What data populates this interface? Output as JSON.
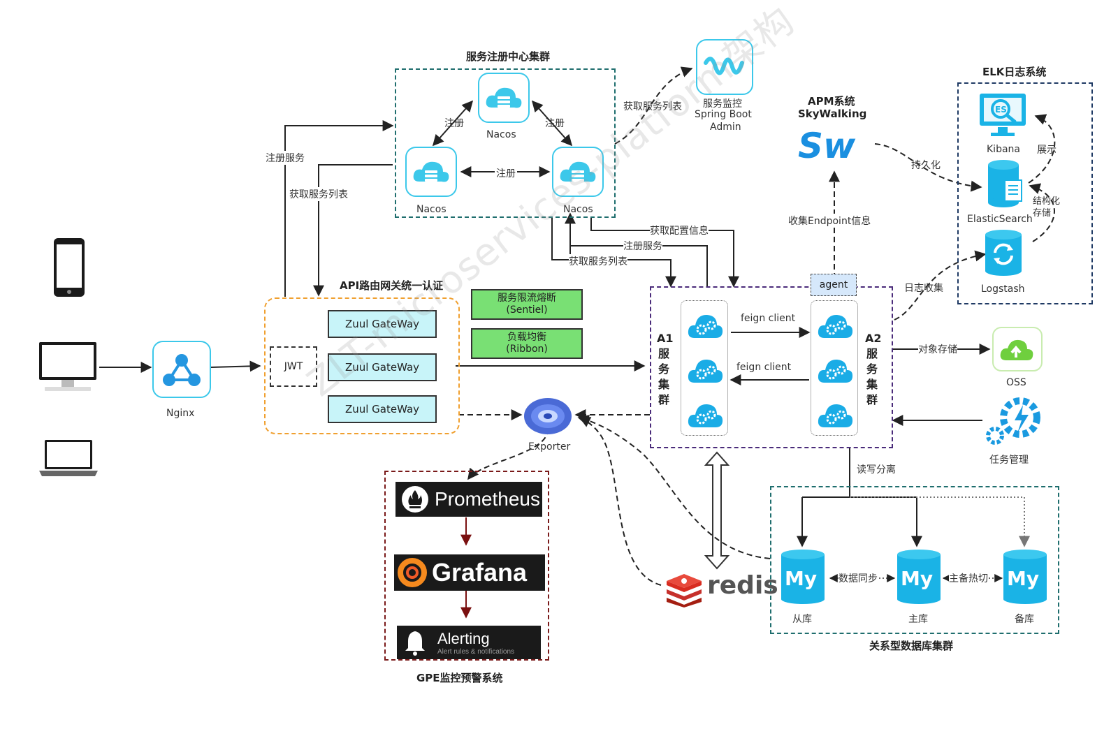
{
  "clusters": {
    "registry_title": "服务注册中心集群",
    "gateway_title": "API路由网关统一认证",
    "elk_title": "ELK日志系统",
    "apm_title_line1": "APM系统",
    "apm_title_line2": "SkyWalking",
    "gpe_title": "GPE监控预警系统",
    "db_title": "关系型数据库集群"
  },
  "nacos": {
    "top": "Nacos",
    "left": "Nacos",
    "right": "Nacos"
  },
  "registry_labels": {
    "reg_left": "注册",
    "reg_right": "注册",
    "reg_mid": "注册"
  },
  "boot_admin": {
    "line1": "服务监控",
    "line2": "Spring Boot",
    "line3": "Admin"
  },
  "edges": {
    "get_service_list_top": "获取服务列表",
    "register_service": "注册服务",
    "get_service_list_left": "获取服务列表",
    "get_config": "获取配置信息",
    "register_service2": "注册服务",
    "get_service_list2": "获取服务列表",
    "collect_endpoint": "收集Endpoint信息",
    "persist": "持久化",
    "show": "展示",
    "structured_store": "结构化存储",
    "log_collect": "日志收集",
    "object_store": "对象存储",
    "rw_split": "读写分离",
    "data_sync": "数据同步",
    "hot_switch": "主备热切"
  },
  "elk": {
    "kibana": "Kibana",
    "elasticsearch": "ElasticSearch",
    "logstash": "Logstash"
  },
  "gateway": {
    "jwt": "JWT",
    "zuul1": "Zuul GateWay",
    "zuul2": "Zuul GateWay",
    "zuul3": "Zuul GateWay"
  },
  "green_boxes": {
    "limit_line1": "服务限流熔断",
    "limit_line2": "(Sentiel)",
    "lb_line1": "负载均衡",
    "lb_line2": "(Ribbon)"
  },
  "clients": {
    "nginx": "Nginx"
  },
  "service_cluster": {
    "a1": [
      "A1",
      "服",
      "务",
      "集",
      "群"
    ],
    "a2": [
      "A2",
      "服",
      "务",
      "集",
      "群"
    ],
    "agent": "agent",
    "feign1": "feign client",
    "feign2": "feign client"
  },
  "oss": "OSS",
  "task": "任务管理",
  "exporter": "Exporter",
  "gpe": {
    "prometheus": "Prometheus",
    "grafana": "Grafana",
    "alerting": "Alerting",
    "alerting_sub": "Alert rules & notifications"
  },
  "redis": "redis",
  "mysql": {
    "logo": "My",
    "slave": "从库",
    "master": "主库",
    "backup": "备库"
  },
  "watermark": "ZLT-microservices-platform架构"
}
